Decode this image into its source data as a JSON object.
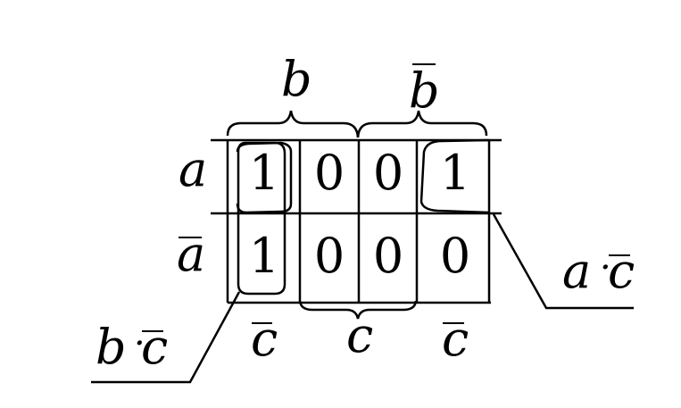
{
  "column_groups": {
    "b": "b",
    "b_bar": "b",
    "c": "c"
  },
  "column_labels_bottom": [
    "c",
    "c",
    "c"
  ],
  "row_labels": [
    "a",
    "a"
  ],
  "grid": [
    [
      "1",
      "0",
      "0",
      "1"
    ],
    [
      "1",
      "0",
      "0",
      "0"
    ]
  ],
  "callouts": {
    "left": {
      "var1": "b",
      "dot": "·",
      "var2": "c"
    },
    "right": {
      "var1": "a",
      "dot": "·",
      "var2": "c"
    }
  }
}
